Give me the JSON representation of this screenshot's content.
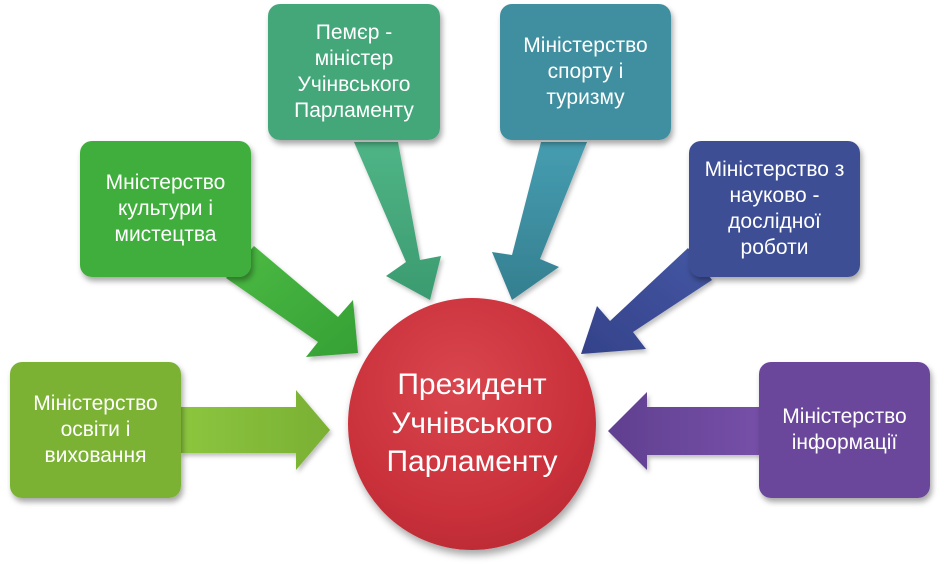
{
  "center": {
    "label": "Президент\nУчнівського\nПарламенту",
    "color": "#c9303a"
  },
  "ministries": [
    {
      "id": "education",
      "label": "Міністерство\nосвіти і\nвиховання",
      "color": "#7bb234"
    },
    {
      "id": "culture",
      "label": "Мністерство\nкультури і\nмистецтва",
      "color": "#3fae3c"
    },
    {
      "id": "premier",
      "label": "Пемєр -\nміністер\nУчінвського\nПарламенту",
      "color": "#44a77a"
    },
    {
      "id": "sport",
      "label": "Міністерство\nспорту і\nтуризму",
      "color": "#3f8fa0"
    },
    {
      "id": "science",
      "label": "Міністерство з\nнауково -\nдослідної\nроботи",
      "color": "#3d4e94"
    },
    {
      "id": "information",
      "label": "Міністерство\nінформації",
      "color": "#6a479b"
    }
  ]
}
